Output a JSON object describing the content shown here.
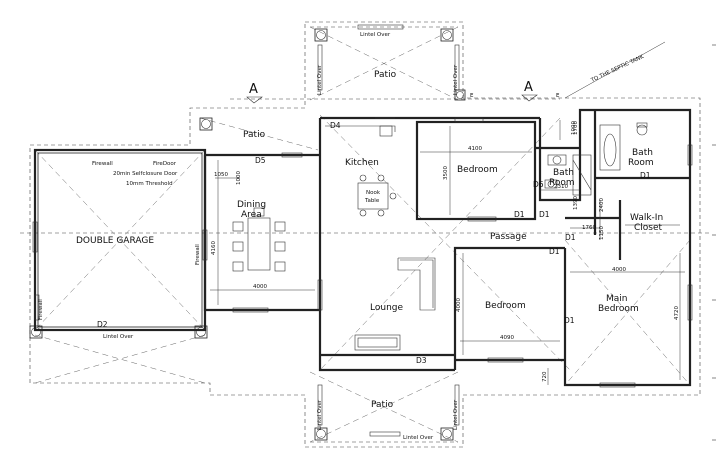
{
  "rooms": {
    "patio_top": "Patio",
    "patio_left": "Patio",
    "patio_bottom": "Patio",
    "kitchen": "Kitchen",
    "bedroom_top": "Bedroom",
    "bath_small": "Bath\nRoom",
    "bath_main": "Bath\nRoom",
    "dining": "Dining\nArea",
    "double_garage": "DOUBLE GARAGE",
    "passage": "Passage",
    "walkin": "Walk-In\nCloset",
    "lounge": "Lounge",
    "bedroom_mid": "Bedroom",
    "main_bedroom": "Main\nBedroom"
  },
  "labels": {
    "lintel_over_top": "Lintel Over",
    "lintel_over_left_top": "Lintel Over",
    "lintel_over_right_top": "Lintel Over",
    "lintel_over_garage": "Lintel Over",
    "lintel_over_bottom": "Lintel Over",
    "lintel_over_left_bottom": "Lintel Over",
    "lintel_over_right_bottom": "Lintel Over",
    "firewall_top": "Firewall",
    "firewall_right": "Firewall",
    "firewall_left": "Firewall",
    "firedoor": "FireDoor",
    "self_closure": "20min Selfclosure Door",
    "threshold": "10mm Threshold",
    "nook_table": "Nook\nTable",
    "septic": "TO THE SEPTIC TANK",
    "section_a_left": "A",
    "section_a_right": "A",
    "mark_e1": "E",
    "mark_e2": "E"
  },
  "doors": {
    "d1_bedroom": "D1",
    "d1_bath": "D1",
    "d1_passage": "D1",
    "d1_closet": "D1",
    "d1_bath_main": "D1",
    "d1_main": "D1",
    "d2": "D2",
    "d3": "D3",
    "d4": "D4",
    "d5": "D5",
    "d6": "D6"
  },
  "dimensions": {
    "bedroom_width": "4100",
    "bedroom_height": "3500",
    "dining_width": "4000",
    "dining_height": "4160",
    "dim_1050": "1050",
    "dim_1000": "1000",
    "dim_2310": "2310",
    "dim_1390": "1390",
    "dim_1700": "1700",
    "dim_1760": "1760",
    "dim_1150": "1150",
    "dim_2400": "2400",
    "main_width": "4000",
    "main_height": "4720",
    "bedroom_mid_width": "4090",
    "bedroom_mid_height": "4000",
    "dim_720": "720",
    "dim_1000b": "1000"
  }
}
